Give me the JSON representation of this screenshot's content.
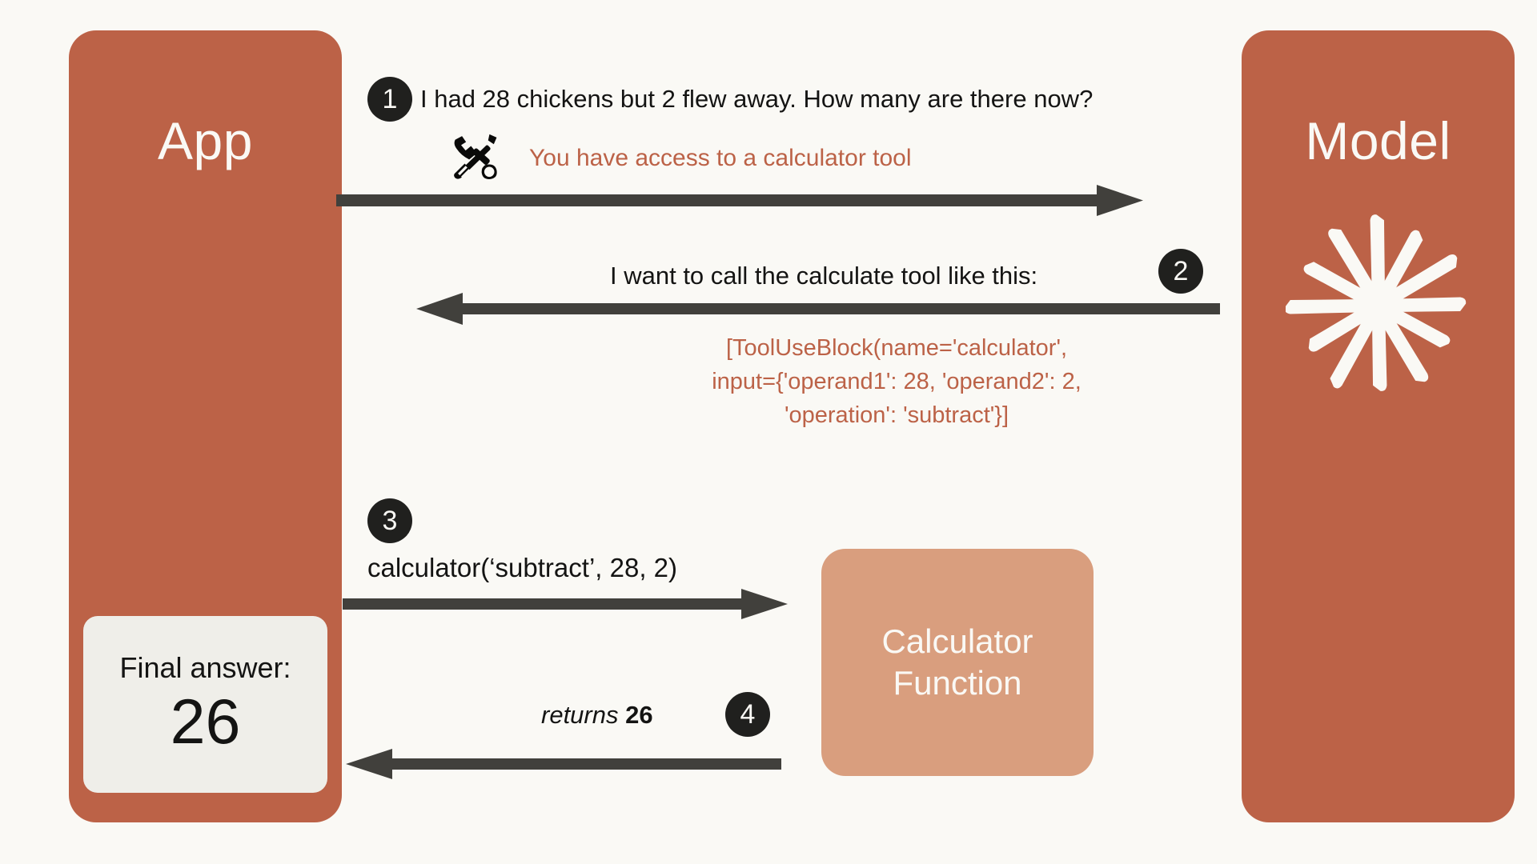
{
  "theme": {
    "background": "#FAF9F5",
    "panel": "#BC6247",
    "accent_text": "#BC6247",
    "dark": "#20201E",
    "arrow": "#41403C",
    "calculator_box": "#D99E7E",
    "answer_card": "#EFEEE9",
    "panel_text": "#FAF9F5",
    "body_text": "#141413"
  },
  "app_panel": {
    "title": "App",
    "final_answer": {
      "label": "Final answer:",
      "value": "26"
    }
  },
  "model_panel": {
    "title": "Model",
    "logo": "anthropic-starburst-icon"
  },
  "calculator": {
    "line1": "Calculator",
    "line2": "Function"
  },
  "steps": [
    {
      "number": "1",
      "question": "I had 28 chickens but 2 flew away. How many are there now?",
      "tool_icon": "hammer-and-wrench-icon",
      "tool_note": "You have access to a calculator tool",
      "direction": "app-to-model"
    },
    {
      "number": "2",
      "message": "I want to call the calculate tool like this:",
      "payload": "[ToolUseBlock(name='calculator',\ninput={'operand1': 28, 'operand2': 2,\n'operation': 'subtract'}]",
      "direction": "model-to-app"
    },
    {
      "number": "3",
      "call": "calculator(‘subtract’, 28, 2)",
      "direction": "app-to-calculator"
    },
    {
      "number": "4",
      "returns_label": "returns",
      "returns_value": "26",
      "direction": "calculator-to-app"
    }
  ]
}
